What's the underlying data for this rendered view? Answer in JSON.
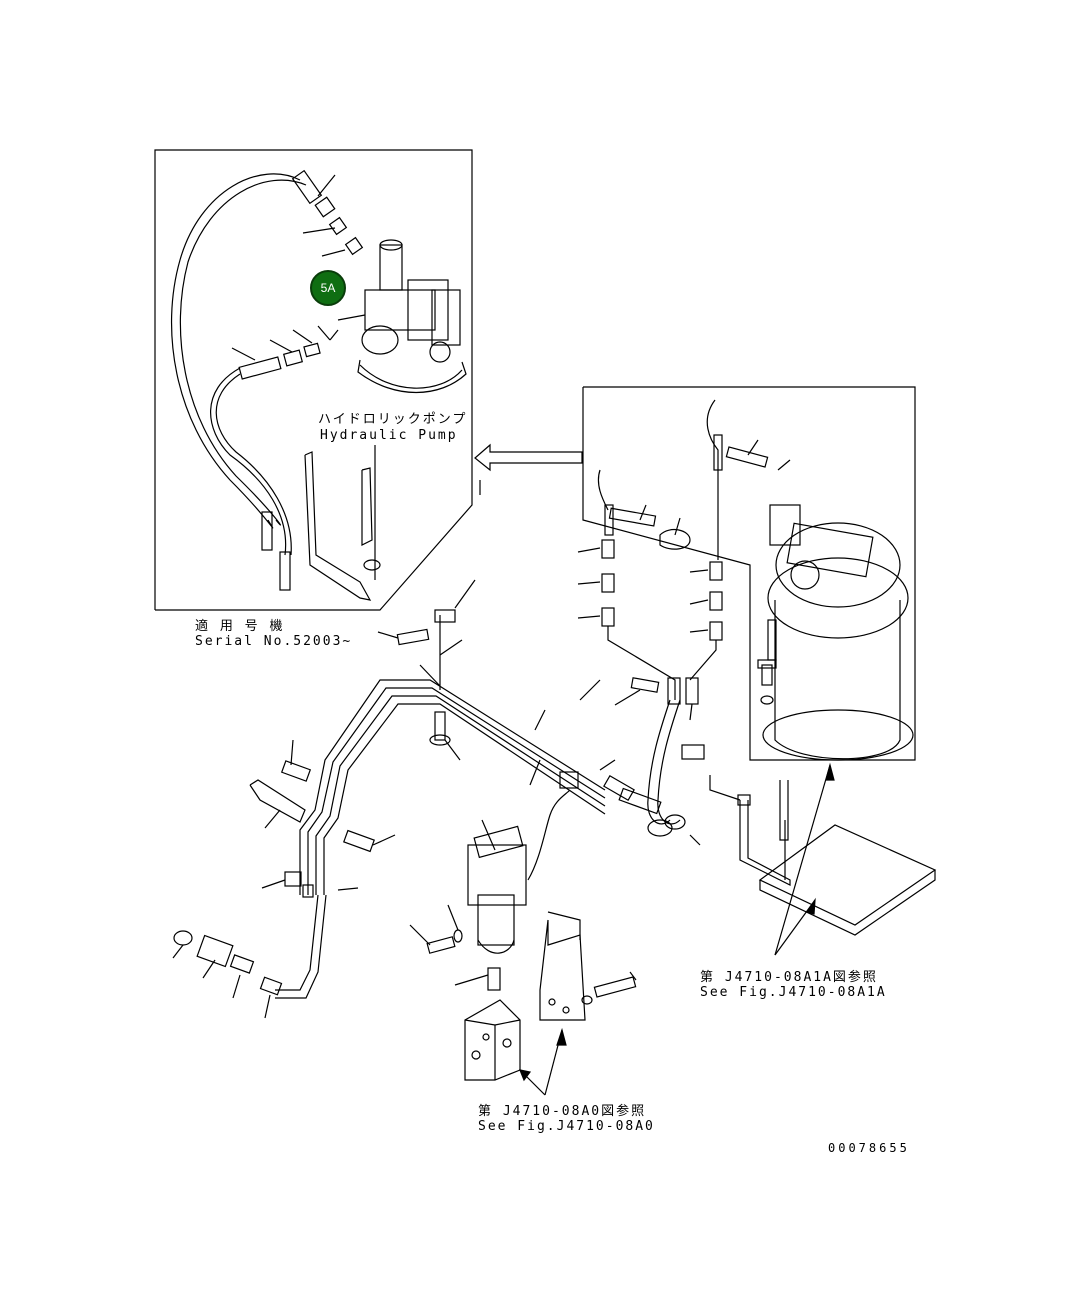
{
  "labels": {
    "pump_jp": "ハイドロリックポンプ",
    "pump_en": "Hydraulic Pump",
    "serial_jp": "適 用 号 機",
    "serial_en": "Serial No.52003~",
    "ref1_jp": "第 J4710-08A1A図参照",
    "ref1_en": "See Fig.J4710-08A1A",
    "ref2_jp": "第 J4710-08A0図参照",
    "ref2_en": "See Fig.J4710-08A0",
    "drawing_no": "00078655"
  },
  "hotspot": {
    "label": "5A",
    "color": "#0f6e12"
  }
}
